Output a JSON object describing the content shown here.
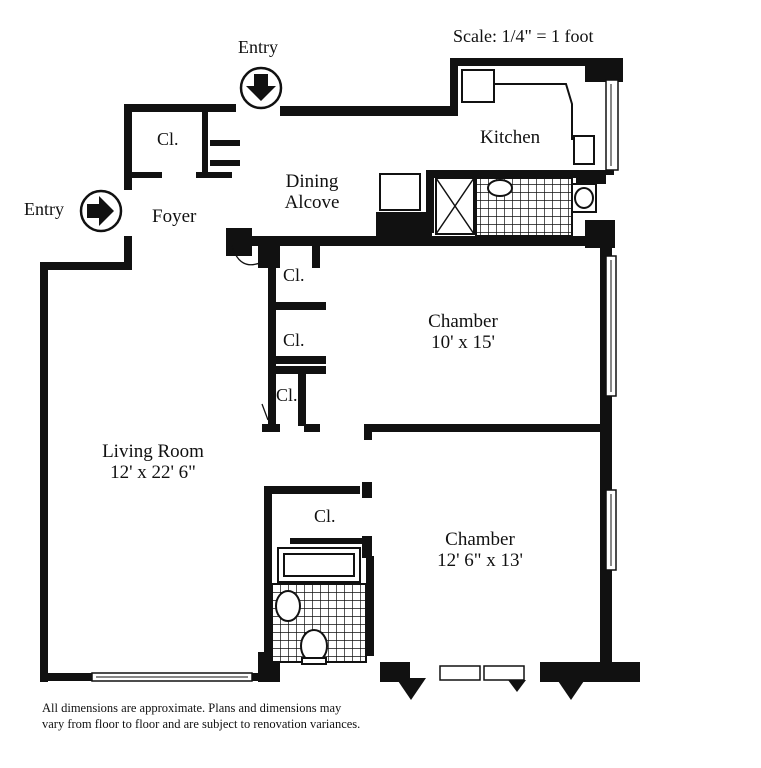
{
  "scale_label": "Scale: 1/4\" = 1 foot",
  "entries": {
    "top": "Entry",
    "left": "Entry"
  },
  "rooms": {
    "kitchen": "Kitchen",
    "dining": {
      "line1": "Dining",
      "line2": "Alcove"
    },
    "foyer": "Foyer",
    "living": {
      "name": "Living Room",
      "dims": "12' x 22' 6\""
    },
    "chamber_1": {
      "name": "Chamber",
      "dims": "10' x 15'"
    },
    "chamber_2": {
      "name": "Chamber",
      "dims": "12' 6\" x 13'"
    }
  },
  "closets": {
    "foyer": "Cl.",
    "hall_1": "Cl.",
    "hall_2": "Cl.",
    "hall_3": "Cl.",
    "bath": "Cl."
  },
  "disclaimer": {
    "line1": "All dimensions are approximate. Plans and dimensions may",
    "line2": "vary from floor to floor and are subject to renovation variances."
  },
  "colors": {
    "ink": "#111111",
    "paper": "#ffffff"
  }
}
